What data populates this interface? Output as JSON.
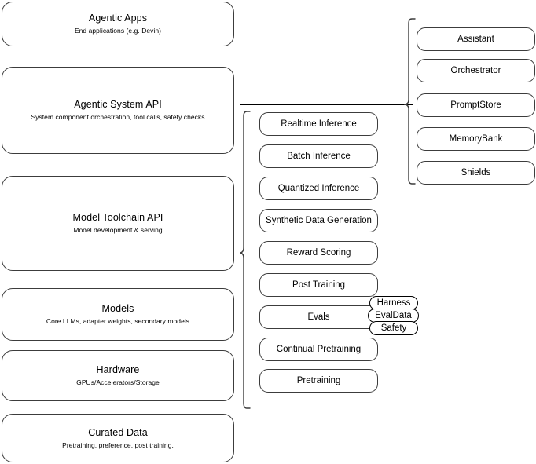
{
  "diagram": {
    "title": "Llama Stack layered architecture diagram",
    "stroke_color": "#3c3c3c",
    "background": "#ffffff",
    "accent": "#000000"
  },
  "layers": [
    {
      "name": "agentic-apps",
      "title": "Agentic Apps",
      "subtitle": "End applications (e.g. Devin)"
    },
    {
      "name": "agentic-system-api",
      "title": "Agentic System API",
      "subtitle": "System component orchestration, tool calls, safety checks"
    },
    {
      "name": "model-toolchain-api",
      "title": "Model Toolchain API",
      "subtitle": "Model development & serving"
    },
    {
      "name": "models",
      "title": "Models",
      "subtitle": "Core LLMs, adapter weights, secondary models"
    },
    {
      "name": "hardware",
      "title": "Hardware",
      "subtitle": "GPUs/Accelerators/Storage"
    },
    {
      "name": "curated-data",
      "title": "Curated Data",
      "subtitle": "Pretraining, preference, post training."
    }
  ],
  "toolchain_items": [
    {
      "name": "realtime-inference",
      "label": "Realtime Inference"
    },
    {
      "name": "batch-inference",
      "label": "Batch Inference"
    },
    {
      "name": "quantized-inference",
      "label": "Quantized Inference"
    },
    {
      "name": "synthetic-data-generation",
      "label": "Synthetic Data Generation"
    },
    {
      "name": "reward-scoring",
      "label": "Reward Scoring"
    },
    {
      "name": "post-training",
      "label": "Post Training"
    },
    {
      "name": "evals",
      "label": "Evals"
    },
    {
      "name": "continual-pretraining",
      "label": "Continual Pretraining"
    },
    {
      "name": "pretraining",
      "label": "Pretraining"
    }
  ],
  "eval_capsules": [
    {
      "name": "harness",
      "label": "Harness"
    },
    {
      "name": "evaldata",
      "label": "EvalData"
    },
    {
      "name": "safety",
      "label": "Safety"
    }
  ],
  "system_items": [
    {
      "name": "assistant",
      "label": "Assistant"
    },
    {
      "name": "orchestrator",
      "label": "Orchestrator"
    },
    {
      "name": "promptstore",
      "label": "PromptStore"
    },
    {
      "name": "memorybank",
      "label": "MemoryBank"
    },
    {
      "name": "shields",
      "label": "Shields"
    }
  ]
}
